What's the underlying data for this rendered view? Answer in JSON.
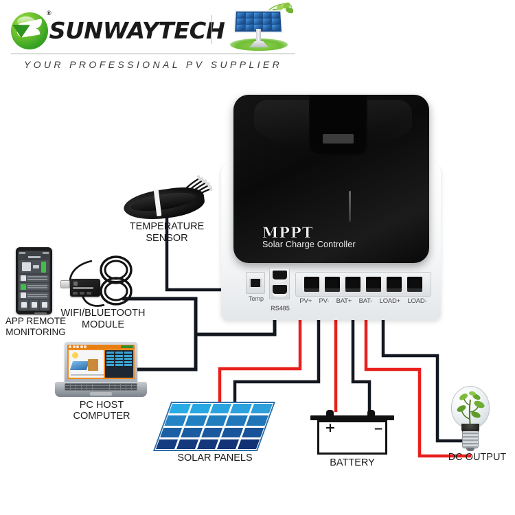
{
  "header": {
    "brand_name": "SUNWAYTECH",
    "registered_mark": "®",
    "tagline": "YOUR PROFESSIONAL PV SUPPLIER",
    "logo_icon": "sunway-leaf-circle-logo-icon",
    "emblem_icon": "solar-panel-with-vine-icon",
    "brand_green": "#4caf2a",
    "brand_black": "#1a1a1a"
  },
  "controller": {
    "title": "MPPT",
    "subtitle": "Solar Charge Controller",
    "lcd_icon": "lcd-display-icon",
    "led_icon": "status-led-icon",
    "temp_port_label": "Temp",
    "rs485_port_label": "RS485",
    "temp_jack_icon": "temp-sensor-jack-icon",
    "rs485_jack_icon": "rj45-jack-icon",
    "terminal_labels": [
      "PV+",
      "PV-",
      "BAT+",
      "BAT-",
      "LOAD+",
      "LOAD-"
    ],
    "terminal_count": 6,
    "shell_white": "#f2f4f6",
    "shell_black": "#0d0d0d"
  },
  "parts": {
    "temperature_sensor": {
      "label_line1": "TEMPERATURE",
      "label_line2": "SENSOR",
      "icon": "coiled-temperature-sensor-cable-icon"
    },
    "app_monitoring": {
      "label_line1": "APP REMOTE",
      "label_line2": "MONITORING",
      "icon": "smartphone-app-screen-icon"
    },
    "wifi_module": {
      "label_line1": "WIFI/BLUETOOTH",
      "label_line2": "MODULE",
      "icon": "wifi-bluetooth-module-with-cable-icon"
    },
    "pc_host": {
      "label": "PC HOST COMPUTER",
      "icon": "laptop-computer-icon"
    },
    "solar_panels": {
      "label": "SOLAR PANELS",
      "icon": "solar-panel-array-icon",
      "rows": 4,
      "cols": 5,
      "cell_colors": [
        "#29abe6",
        "#27a7e3",
        "#2aa4e0",
        "#2ba1dd",
        "#2d9fdb",
        "#2383c4",
        "#2180c1",
        "#217ebe",
        "#2078bb",
        "#1f75b8",
        "#1b5fa4",
        "#1a5ca1",
        "#1a599e",
        "#19559b",
        "#185298",
        "#153b80",
        "#14397d",
        "#13377a",
        "#123477",
        "#113174"
      ]
    },
    "battery": {
      "label": "BATTERY",
      "icon": "lead-acid-battery-icon",
      "positive_sign": "+",
      "negative_sign": "−"
    },
    "dc_output": {
      "label": "DC OUTPUT",
      "icon": "light-bulb-with-plant-icon"
    }
  },
  "wiring": {
    "positive_color": "#e8201c",
    "negative_color": "#131720",
    "signal_color": "#131720",
    "connections": [
      {
        "name": "temp-sensor-to-temp-port",
        "type": "signal"
      },
      {
        "name": "wifi-module-to-rs485-port",
        "type": "signal"
      },
      {
        "name": "pc-host-to-rs485-port",
        "type": "signal"
      },
      {
        "name": "pv-positive-to-solar-panels",
        "type": "positive"
      },
      {
        "name": "pv-negative-to-solar-panels",
        "type": "negative"
      },
      {
        "name": "bat-positive-to-battery",
        "type": "positive"
      },
      {
        "name": "bat-negative-to-battery",
        "type": "negative"
      },
      {
        "name": "load-positive-to-dc-output",
        "type": "positive"
      },
      {
        "name": "load-negative-to-dc-output",
        "type": "negative"
      }
    ]
  }
}
